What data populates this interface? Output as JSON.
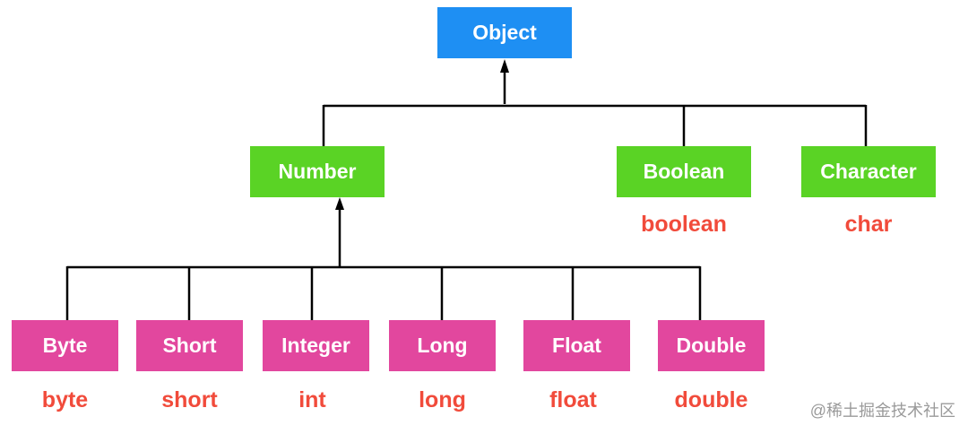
{
  "colors": {
    "root": "#1e8ff3",
    "wrapper": "#5ad325",
    "number_type": "#e2479e",
    "primitive_text": "#f14b3b",
    "line": "#000000"
  },
  "root": {
    "label": "Object"
  },
  "level1": [
    {
      "id": "number",
      "label": "Number",
      "primitive": ""
    },
    {
      "id": "boolean",
      "label": "Boolean",
      "primitive": "boolean"
    },
    {
      "id": "character",
      "label": "Character",
      "primitive": "char"
    }
  ],
  "number_subtypes": [
    {
      "id": "byte",
      "label": "Byte",
      "primitive": "byte"
    },
    {
      "id": "short",
      "label": "Short",
      "primitive": "short"
    },
    {
      "id": "integer",
      "label": "Integer",
      "primitive": "int"
    },
    {
      "id": "long",
      "label": "Long",
      "primitive": "long"
    },
    {
      "id": "float",
      "label": "Float",
      "primitive": "float"
    },
    {
      "id": "double",
      "label": "Double",
      "primitive": "double"
    }
  ],
  "watermark": "@稀土掘金技术社区"
}
